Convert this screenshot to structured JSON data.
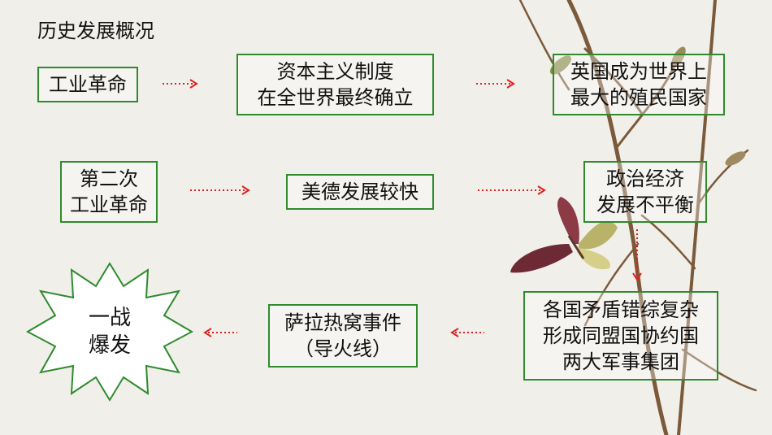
{
  "title": "历史发展概况",
  "row1": {
    "box1": "工业革命",
    "box2": [
      "资本主义制度",
      "在全世界最终确立"
    ],
    "box3": [
      "英国成为世界上",
      "最大的殖民国家"
    ]
  },
  "row2": {
    "box1": [
      "第二次",
      "工业革命"
    ],
    "box2": "美德发展较快",
    "box3": [
      "政治经济",
      "发展不平衡"
    ]
  },
  "row3": {
    "box_right": [
      "各国矛盾错综复杂",
      "形成同盟国协约国",
      "两大军事集团"
    ],
    "box_mid": [
      "萨拉热窝事件",
      "（导火线）"
    ],
    "star": [
      "一战",
      "爆发"
    ]
  },
  "colors": {
    "border": "#2e8b2e",
    "arrow": "#e02020"
  }
}
